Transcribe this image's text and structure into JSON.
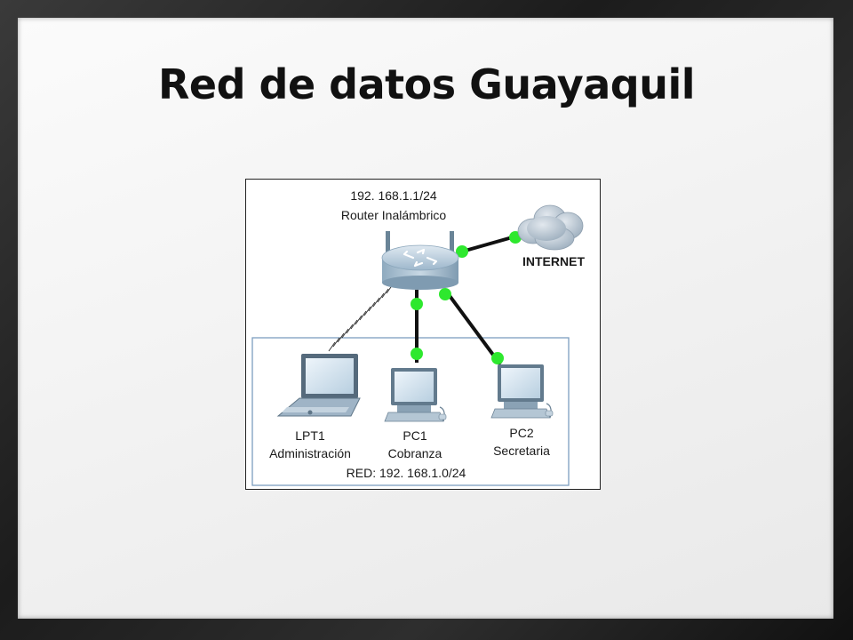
{
  "slide": {
    "title": "Red de datos Guayaquil"
  },
  "diagram": {
    "router": {
      "ip": "192. 168.1.1/24",
      "name": "Router Inalámbrico",
      "icon": "wireless-router-icon"
    },
    "internet": {
      "label": "INTERNET",
      "icon": "cloud-icon"
    },
    "devices": [
      {
        "id": "LPT1",
        "role": "Administración",
        "icon": "laptop-icon",
        "link": "wireless"
      },
      {
        "id": "PC1",
        "role": "Cobranza",
        "icon": "desktop-pc-icon",
        "link": "wired"
      },
      {
        "id": "PC2",
        "role": "Secretaria",
        "icon": "desktop-pc-icon",
        "link": "wired"
      }
    ],
    "network_label": "RED: 192. 168.1.0/24",
    "colors": {
      "link": "#111111",
      "link_status": "#2ee82e",
      "lan_box": "#7d9fbf",
      "router_body": "#a9c2d6",
      "cloud": "#b9c6d1"
    }
  }
}
